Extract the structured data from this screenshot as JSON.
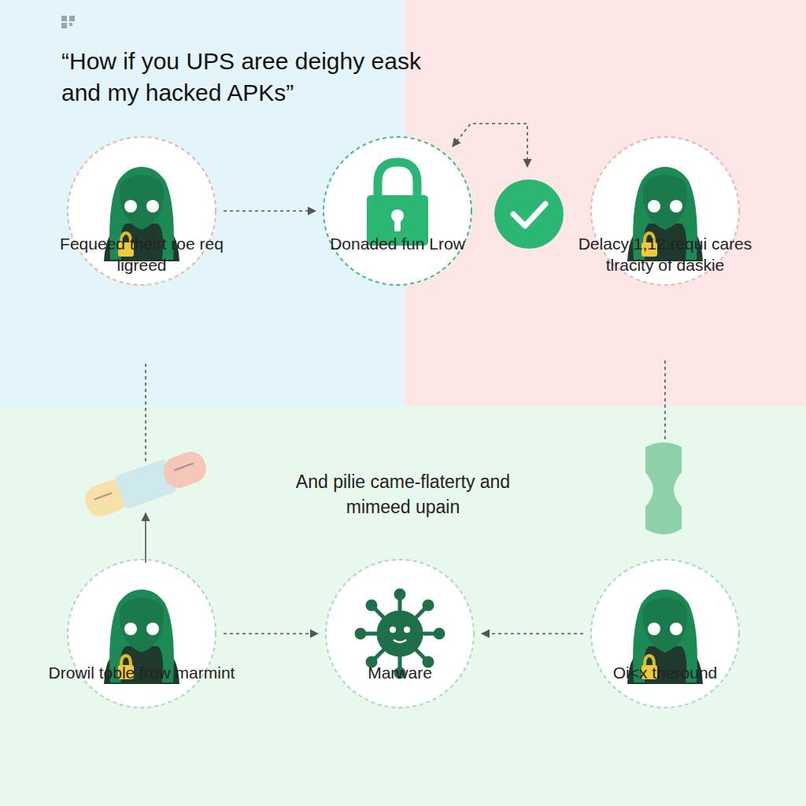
{
  "diagram": {
    "title": "“How if you UPS aree deighy eask and my hacked APKs”",
    "nodes": [
      {
        "text": [
          "Fequeed theirt roe req ligreed"
        ]
      },
      {
        "text": [
          "Donaded fun Lrow"
        ]
      },
      {
        "text": [
          "Delacy 1,12:requi cares tlracity of daskie"
        ]
      },
      {
        "text": [
          "Drowil toble frow marmint"
        ]
      },
      {
        "text": [
          "Marware"
        ]
      },
      {
        "text": [
          "Oi<x theround"
        ]
      }
    ],
    "edges": [
      {
        "from": 0,
        "to": 1,
        "arrow": "to"
      },
      {
        "from": 3,
        "to": 4,
        "arrow": "to"
      },
      {
        "from": 5,
        "to": 4,
        "arrow": "to"
      }
    ],
    "labels": [
      "And pilie came-flaterty and mimeed upain"
    ]
  }
}
